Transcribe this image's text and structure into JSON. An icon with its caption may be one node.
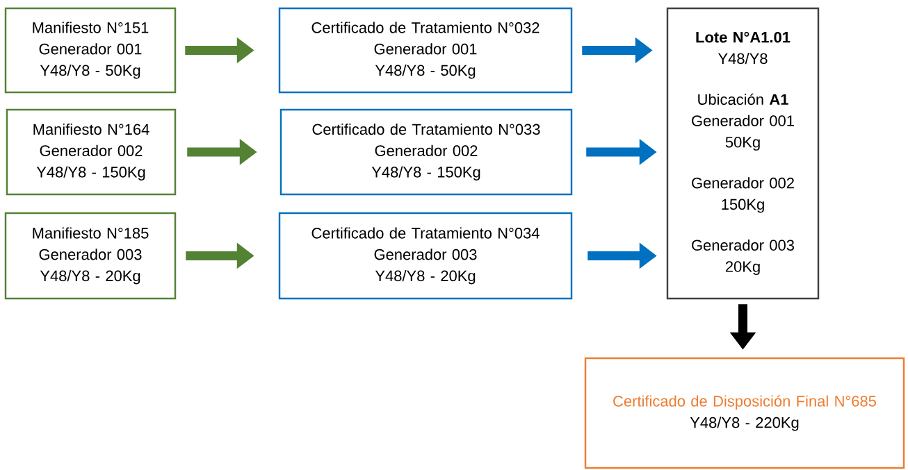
{
  "diagram": {
    "nodes": [
      {
        "text": [
          "Manifiesto N°151",
          "Generador 001",
          "Y48/Y8 - 50Kg"
        ]
      },
      {
        "text": [
          "Manifiesto N°164",
          "Generador 002",
          "Y48/Y8 - 150Kg"
        ]
      },
      {
        "text": [
          "Manifiesto N°185",
          "Generador 003",
          "Y48/Y8 - 20Kg"
        ]
      },
      {
        "text": [
          "Certificado de Tratamiento N°032",
          "Generador 001",
          "Y48/Y8 - 50Kg"
        ]
      },
      {
        "text": [
          "Certificado de Tratamiento N°033",
          "Generador 002",
          "Y48/Y8 - 150Kg"
        ]
      },
      {
        "text": [
          "Certificado de Tratamiento N°034",
          "Generador 003",
          "Y48/Y8 - 20Kg"
        ]
      },
      {
        "text": [
          "Lote N°A1.01",
          "Y48/Y8",
          "Ubicación **A1**",
          "Generador 001",
          "50Kg",
          "Generador 002",
          "150Kg",
          "Generador 003",
          "20Kg"
        ]
      },
      {
        "text": [
          "Certificado de Disposición Final N°685",
          "Y48/Y8 - 220Kg"
        ]
      }
    ],
    "edges": [
      {
        "from": 0,
        "to": 3,
        "arrow": "to",
        "color": "#548235"
      },
      {
        "from": 1,
        "to": 4,
        "arrow": "to",
        "color": "#548235"
      },
      {
        "from": 2,
        "to": 5,
        "arrow": "to",
        "color": "#548235"
      },
      {
        "from": 3,
        "to": 6,
        "arrow": "to",
        "color": "#0070c0"
      },
      {
        "from": 4,
        "to": 6,
        "arrow": "to",
        "color": "#0070c0"
      },
      {
        "from": 5,
        "to": 6,
        "arrow": "to",
        "color": "#0070c0"
      },
      {
        "from": 6,
        "to": 7,
        "arrow": "to",
        "color": "#000000"
      }
    ]
  }
}
